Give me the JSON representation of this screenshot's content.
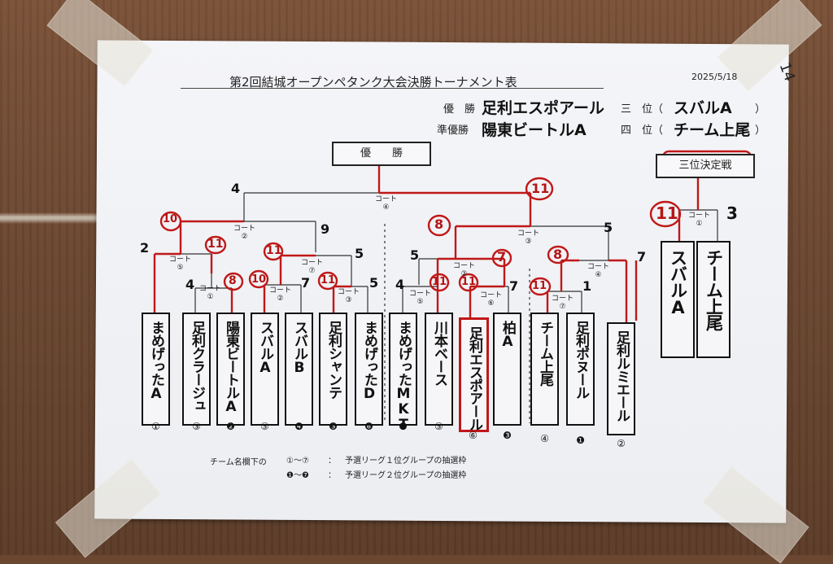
{
  "sheet": {
    "title": "第2回結城オープンペタンク大会決勝トーナメント表",
    "date": "2025/5/18",
    "corner_mark": "14"
  },
  "results": {
    "winner_label": "優　勝",
    "winner": "足利エスポアール",
    "runner_up_label": "準優勝",
    "runner_up": "陽東ビートルA",
    "third_label": "三　位（",
    "third": "スバルA",
    "fourth_label": "四　位（",
    "fourth": "チーム上尾",
    "close_paren": "）"
  },
  "labels": {
    "champion_box": "優　　勝",
    "third_place_box": "三位決定戦"
  },
  "courts": {
    "final": "コート\n④",
    "left_semi": "コート\n②",
    "right_semi": "コート\n③",
    "q1": "コート\n⑤",
    "q2": "コート\n⑦",
    "q3": "コート\n②",
    "q4": "コート\n④",
    "r1": "コート\n①",
    "r2": "コート\n②",
    "r3": "コート\n③",
    "r4": "コート\n⑤",
    "r5": "コート\n⑥",
    "r6": "コート\n⑦",
    "third_place": "コート\n①"
  },
  "teams": [
    {
      "name": "まめげったA",
      "draw": "①"
    },
    {
      "name": "足利クラージュ",
      "draw": "③"
    },
    {
      "name": "陽東ビートルA",
      "draw": "❷"
    },
    {
      "name": "スバルA",
      "draw": "⑤"
    },
    {
      "name": "スバルB",
      "draw": "❹"
    },
    {
      "name": "足利シャンテ",
      "draw": "❸"
    },
    {
      "name": "まめげったD",
      "draw": "❻"
    },
    {
      "name": "まめげったMKT",
      "draw": "❼"
    },
    {
      "name": "川本ベース",
      "draw": "⑤"
    },
    {
      "name": "足利エスポアール",
      "draw": "⑥"
    },
    {
      "name": "柏A",
      "draw": "❸"
    },
    {
      "name": "チーム上尾",
      "draw": "④"
    },
    {
      "name": "足利ボヌール",
      "draw": "❶"
    },
    {
      "name": "足利ルミエール",
      "draw": "②"
    }
  ],
  "third_place_teams": [
    {
      "name": "スバルA"
    },
    {
      "name": "チーム上尾"
    }
  ],
  "scores": {
    "final_left": "4",
    "final_right": "11",
    "ls_left": "10",
    "ls_right": "9",
    "rs_left": "8",
    "rs_right": "5",
    "q1_left": "2",
    "q1_right": "11",
    "q2_left": "11",
    "q2_right": "5",
    "q3_left": "5",
    "q3_right": "7",
    "q4_left": "8",
    "q4_right": "7",
    "r1_left": "4",
    "r1_right": "8",
    "r2_left": "10",
    "r2_right": "7",
    "r3_left": "11",
    "r3_right": "5",
    "r4_left": "4",
    "r4_right": "11",
    "r5_left": "11",
    "r5_right": "7",
    "r6_left": "11",
    "r6_right": "1",
    "third_left": "11",
    "third_right": "3"
  },
  "legend": {
    "prefix": "チーム名欄下の",
    "row1_marks": "①～⑦",
    "row1_colon": "：",
    "row1_text": "予選リーグ１位グループの抽選枠",
    "row2_marks": "❶～❼",
    "row2_colon": "：",
    "row2_text": "予選リーグ２位グループの抽選枠"
  },
  "colors": {
    "winner_line": "#c01818",
    "bracket_line": "#333333",
    "paper": "#f1f2f5"
  }
}
